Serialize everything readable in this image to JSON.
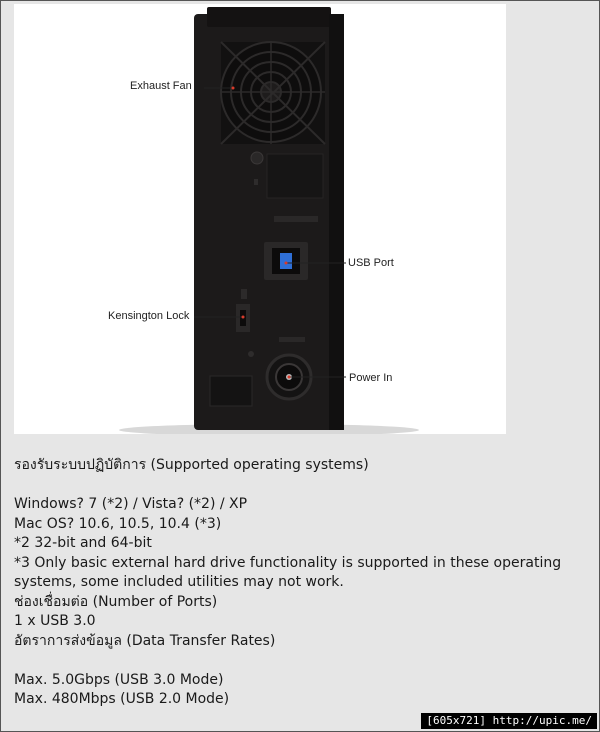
{
  "photo": {
    "callouts": {
      "exhaust_fan": "Exhaust Fan",
      "usb_port": "USB Port",
      "kensington_lock": "Kensington Lock",
      "power_in": "Power In"
    },
    "colors": {
      "device_body": "#1c1a1a",
      "usb_port": "#2f6fd6"
    }
  },
  "content": {
    "heading": "รองรับระบบปฏิบัติการ (Supported operating systems)",
    "os_lines": [
      "Windows? 7 (*2) / Vista? (*2) / XP",
      "Mac OS? 10.6, 10.5, 10.4 (*3)",
      "*2 32-bit and 64-bit",
      "*3 Only basic external hard drive functionality is supported in these operating systems, some included utilities may not work."
    ],
    "ports_heading": "ช่องเชื่อมต่อ (Number of Ports)",
    "ports_value": "1 x USB 3.0",
    "rates_heading": "อัตราการส่งข้อมูล (Data Transfer Rates)",
    "rates": [
      "Max. 5.0Gbps (USB 3.0 Mode)",
      "Max. 480Mbps (USB 2.0 Mode)"
    ]
  },
  "watermark": "[605x721] http://upic.me/"
}
